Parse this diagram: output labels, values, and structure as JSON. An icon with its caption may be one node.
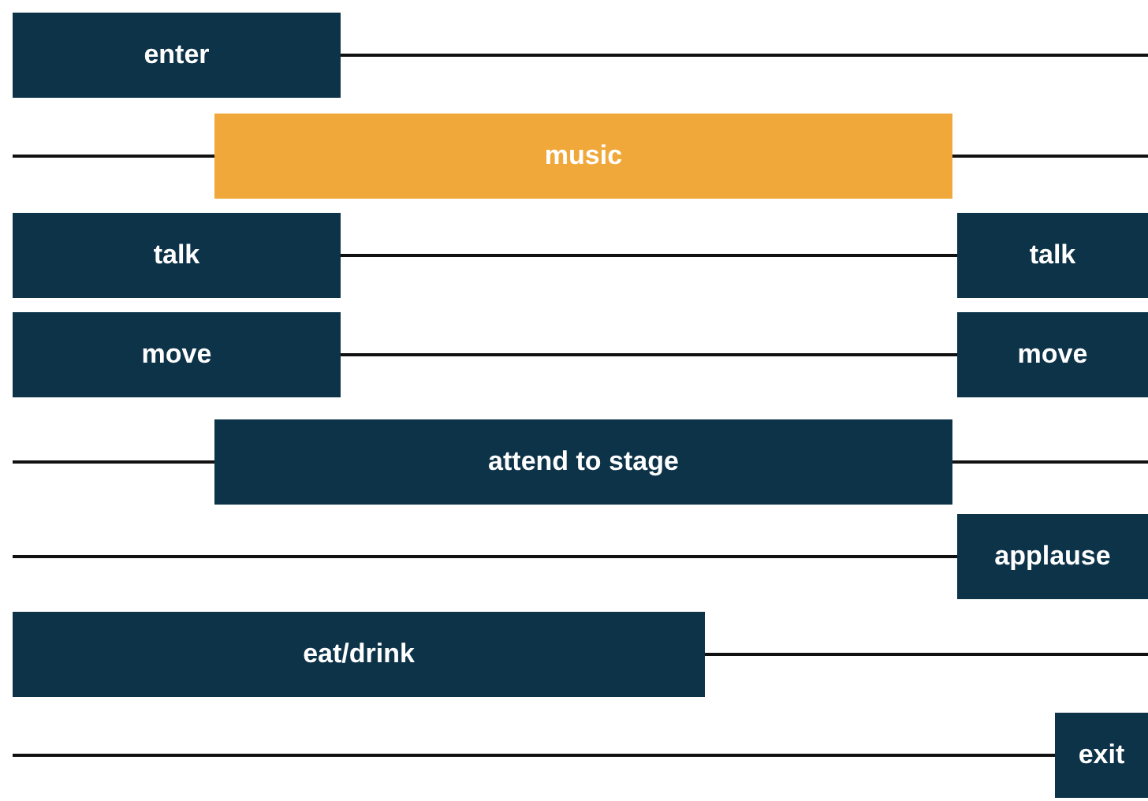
{
  "diagram": {
    "nodes": [
      {
        "text": [
          "enter"
        ]
      },
      {
        "text": [
          "music"
        ]
      },
      {
        "text": [
          "talk"
        ]
      },
      {
        "text": [
          "talk"
        ]
      },
      {
        "text": [
          "move"
        ]
      },
      {
        "text": [
          "move"
        ]
      },
      {
        "text": [
          "attend to stage"
        ]
      },
      {
        "text": [
          "applause"
        ]
      },
      {
        "text": [
          "eat/drink"
        ]
      },
      {
        "text": [
          "exit"
        ]
      }
    ],
    "edges": [
      {
        "from": 0,
        "to": null,
        "arrow": "none"
      },
      {
        "from": null,
        "to": 1,
        "arrow": "none"
      },
      {
        "from": 1,
        "to": null,
        "arrow": "none"
      },
      {
        "from": 2,
        "to": 3,
        "arrow": "none"
      },
      {
        "from": 4,
        "to": 5,
        "arrow": "none"
      },
      {
        "from": null,
        "to": 6,
        "arrow": "none"
      },
      {
        "from": 6,
        "to": null,
        "arrow": "none"
      },
      {
        "from": null,
        "to": 7,
        "arrow": "none"
      },
      {
        "from": 8,
        "to": null,
        "arrow": "none"
      },
      {
        "from": null,
        "to": 9,
        "arrow": "none"
      }
    ]
  }
}
